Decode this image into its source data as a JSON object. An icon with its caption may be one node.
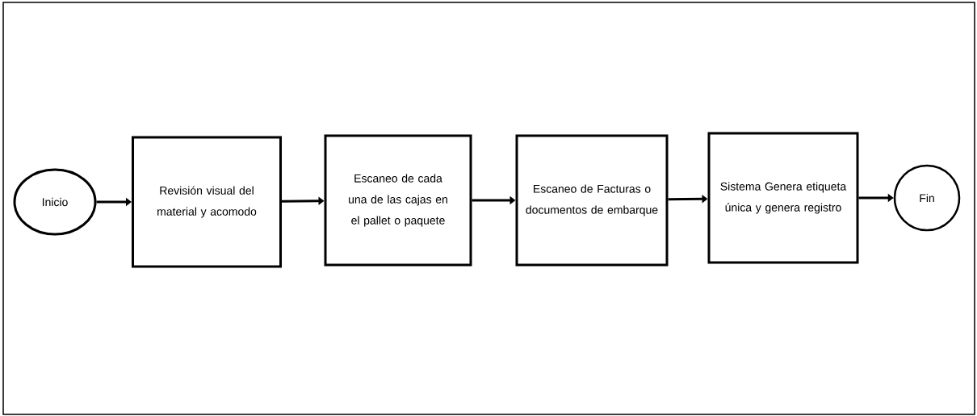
{
  "diagram": {
    "nodes": [
      {
        "text": [
          "Inicio"
        ]
      },
      {
        "text": [
          "Revisión visual del material y acomodo"
        ]
      },
      {
        "text": [
          "Escaneo de cada una de las cajas en el pallet o paquete"
        ]
      },
      {
        "text": [
          "Escaneo de Facturas o documentos de embarque"
        ]
      },
      {
        "text": [
          "Sistema Genera etiqueta única y genera registro"
        ]
      },
      {
        "text": [
          "Fin"
        ]
      }
    ],
    "edges": [
      {
        "from": 0,
        "to": 1,
        "arrow": "to"
      },
      {
        "from": 1,
        "to": 2,
        "arrow": "to"
      },
      {
        "from": 2,
        "to": 3,
        "arrow": "to"
      },
      {
        "from": 3,
        "to": 4,
        "arrow": "to"
      },
      {
        "from": 4,
        "to": 5,
        "arrow": "to"
      }
    ]
  }
}
